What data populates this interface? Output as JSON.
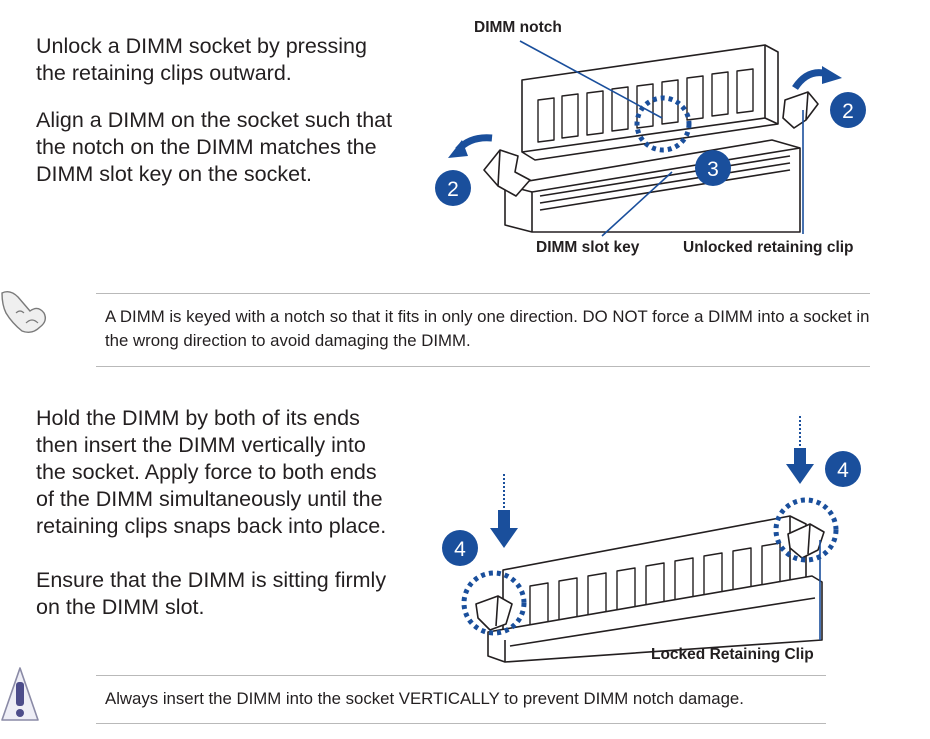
{
  "section1": {
    "step1": "Unlock a DIMM socket by pressing the retaining clips outward.",
    "step2": "Align a DIMM on the socket such that the notch on the DIMM matches the DIMM slot key on the socket.",
    "figure": {
      "label_notch": "DIMM notch",
      "label_slot_key": "DIMM slot key",
      "label_unlocked_clip": "Unlocked retaining clip",
      "callout_clip": "2",
      "callout_insert": "3"
    }
  },
  "note1": {
    "icon": "pointing-hand-icon",
    "text": "A DIMM is keyed with a notch so that it fits in only one direction. DO NOT force a DIMM into a socket in the wrong direction to avoid damaging the DIMM."
  },
  "section2": {
    "step1": "Hold the DIMM by both of its ends then insert the DIMM vertically into the socket. Apply force to both ends of the DIMM simultaneously until the retaining clips snaps back into place.",
    "step2": "Ensure that the DIMM is sitting firmly on the DIMM slot.",
    "figure": {
      "label_locked_clip": "Locked Retaining Clip",
      "callout_press": "4"
    }
  },
  "caution": {
    "icon": "warning-icon",
    "text": "Always insert the DIMM into the socket VERTICALLY to prevent DIMM notch damage."
  },
  "colors": {
    "callout_fill": "#1a4f9c",
    "leader_line": "#1a4f9c",
    "rule": "#b9b9b9",
    "text": "#231f20"
  }
}
